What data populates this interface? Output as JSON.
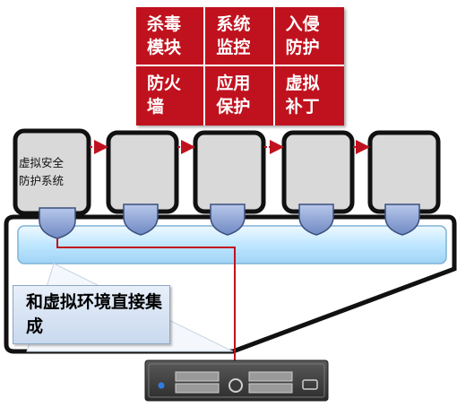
{
  "modules": [
    {
      "label": "杀毒\n模块"
    },
    {
      "label": "系统\n监控"
    },
    {
      "label": "入侵\n防护"
    },
    {
      "label": "防火\n墙"
    },
    {
      "label": "应用\n保护"
    },
    {
      "label": "虚拟\n补丁"
    }
  ],
  "vm_label": "虚拟安全\n防护系统",
  "caption": "和虚拟环境直接集成",
  "colors": {
    "module_bg": "#c0111e",
    "arrow": "#c0111e",
    "vm_fill": "#d9d9d9",
    "shield_fill": "#8fa7d4",
    "bar_fill": "#bfe6ff"
  }
}
